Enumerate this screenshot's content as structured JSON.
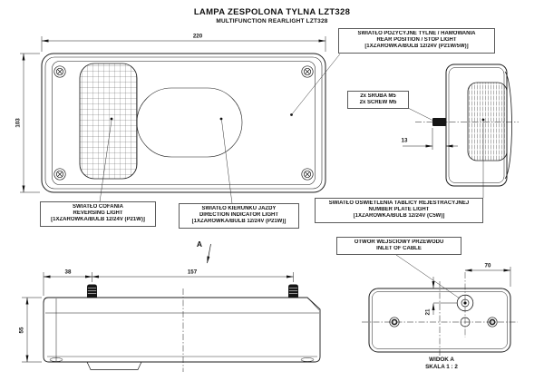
{
  "title": {
    "line1": "LAMPA ZESPOLONA TYLNA LZT328",
    "line2": "MULTIFUNCTION REARLIGHT LZT328"
  },
  "callouts": {
    "rear_position": {
      "l1": "ŚWIATŁO POZYCYJNE TYLNE / HAMOWANIA",
      "l2": "REAR POSITION / STOP LIGHT",
      "l3": "[1XŻARÓWKA/BULB 12/24V (P21W/5W)]"
    },
    "screws": {
      "l1": "2x ŚRUBA M5",
      "l2": "2x SCREW M5"
    },
    "reversing": {
      "l1": "ŚWIATŁO COFANIA",
      "l2": "REVERSING LIGHT",
      "l3": "[1XŻARÓWKA/BULB 12/24V (P21W)]"
    },
    "indicator": {
      "l1": "ŚWIATŁO KIERUNKU JAZDY",
      "l2": "DIRECTION INDICATOR LIGHT",
      "l3": "[1XŻARÓWKA/BULB 12/24V (P21W)]"
    },
    "number_plate": {
      "l1": "ŚWIATŁO OŚWIETLENIA TABLICY REJESTRACYJNEJ",
      "l2": "NUMBER PLATE LIGHT",
      "l3": "[1XŻARÓWKA/BULB 12/24V (C5W)]"
    },
    "cable_inlet": {
      "l1": "OTWÓR WEJŚCIOWY PRZEWODU",
      "l2": "INLET OF CABLE"
    }
  },
  "dimensions": {
    "front_width": "220",
    "front_height": "103",
    "stud_protrusion": "13",
    "stud_offset": "38",
    "stud_spacing": "157",
    "body_depth": "55",
    "inlet_from_right": "70",
    "inlet_from_top": "21"
  },
  "view_a": {
    "marker": "A",
    "caption1": "WIDOK A",
    "caption2": "SKALA 1 : 2"
  },
  "colors": {
    "line": "#1c1c1c",
    "background": "#ffffff",
    "callout_border": "#5a5a5a"
  }
}
